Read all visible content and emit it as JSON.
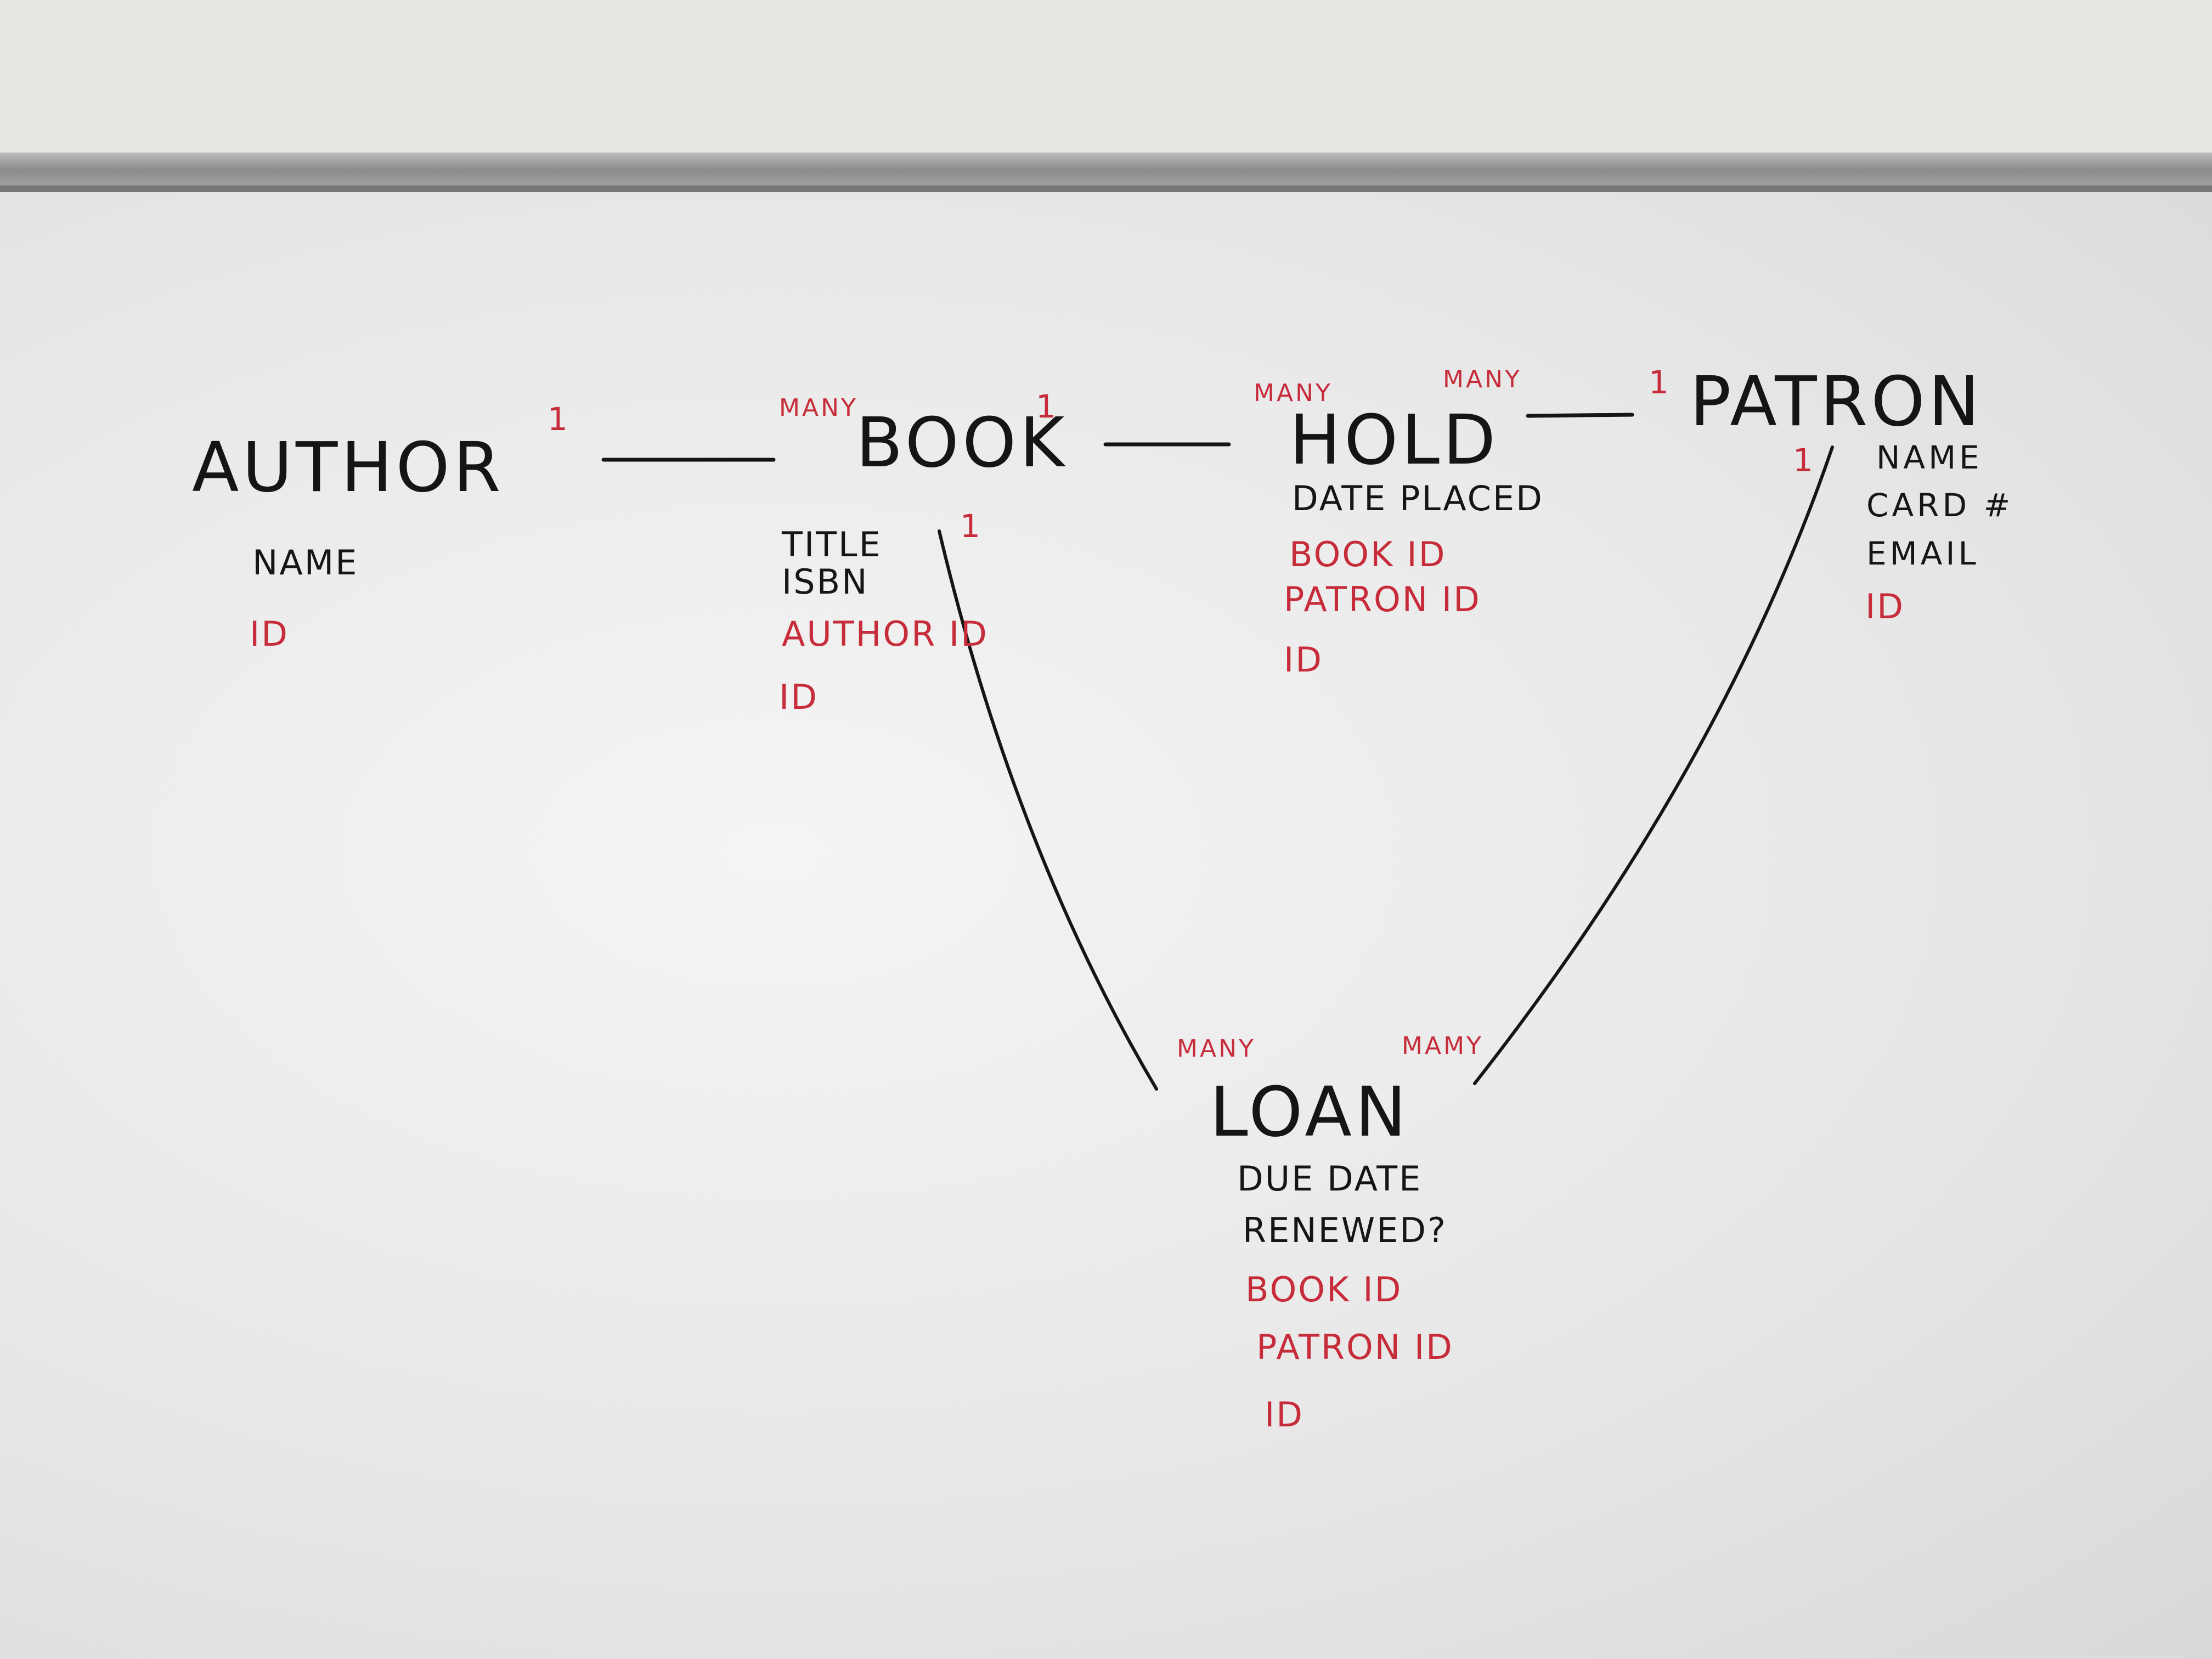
{
  "entities": {
    "author": {
      "name": "AUTHOR",
      "fields": [
        "NAME"
      ],
      "keys": [
        "ID"
      ]
    },
    "book": {
      "name": "BOOK",
      "fields": [
        "TITLE",
        "ISBN"
      ],
      "keys": [
        "AUTHOR ID",
        "ID"
      ]
    },
    "hold": {
      "name": "HOLD",
      "fields": [
        "DATE PLACED"
      ],
      "keys": [
        "BOOK ID",
        "PATRON ID",
        "ID"
      ]
    },
    "patron": {
      "name": "PATRON",
      "fields": [
        "NAME",
        "CARD #",
        "EMAIL"
      ],
      "keys": [
        "ID"
      ]
    },
    "loan": {
      "name": "LOAN",
      "fields": [
        "DUE DATE",
        "RENEWED?"
      ],
      "keys": [
        "BOOK ID",
        "PATRON ID",
        "ID"
      ]
    }
  },
  "cardinality": {
    "author_book_author_side": "1",
    "author_book_book_side": "MANY",
    "book_hold_book_side": "1",
    "book_hold_hold_side": "MANY",
    "hold_patron_hold_side": "MANY",
    "hold_patron_patron_side": "1",
    "book_loan_book_side": "1",
    "book_loan_loan_side": "MANY",
    "patron_loan_patron_side": "1",
    "patron_loan_loan_side": "MAMY"
  },
  "colors": {
    "ink": "#151515",
    "marker_red": "#c72c3b",
    "board": "#eeeeee",
    "rail": "#9a9a9a"
  }
}
